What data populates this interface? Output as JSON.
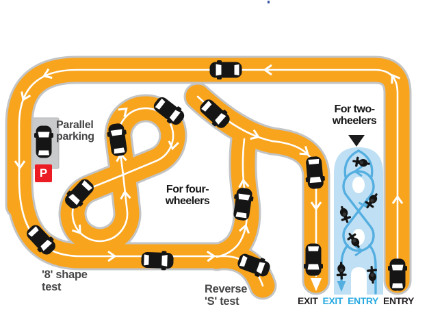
{
  "colors": {
    "track": "#F8A41D",
    "track_outline": "#C3C4C6",
    "lane_marking": "#FFFFFF",
    "two_wheeler_track": "#BFE0F4",
    "two_wheeler_path": "#54AEE0",
    "parking_sign_bg": "#EC1C24",
    "label_dark": "#454547",
    "label_black": "#171717",
    "gate_blue": "#29A9E1",
    "gate_black": "#231F20"
  },
  "labels": {
    "parallel_parking": [
      "Parallel",
      "parking"
    ],
    "parking_sign": "P",
    "eight_shape_test": [
      "'8' shape",
      "test"
    ],
    "for_four_wheelers": [
      "For four-",
      "wheelers"
    ],
    "reverse_s_test": [
      "Reverse",
      "'S' test"
    ],
    "for_two_wheelers": [
      "For two-",
      "wheelers"
    ],
    "gates": [
      {
        "text": "EXIT",
        "color": "#231F20"
      },
      {
        "text": "EXIT",
        "color": "#29A9E1"
      },
      {
        "text": "ENTRY",
        "color": "#29A9E1"
      },
      {
        "text": "ENTRY",
        "color": "#231F20"
      }
    ]
  },
  "vehicles": {
    "car_icon": "car-icon",
    "motorcycle_icon": "motorcycle-icon",
    "cars": [
      [
        330,
        102,
        -90
      ],
      [
        64,
        207,
        0
      ],
      [
        247,
        162,
        128
      ],
      [
        172,
        204,
        -8
      ],
      [
        116,
        283,
        -137
      ],
      [
        60,
        350,
        137
      ],
      [
        314,
        166,
        132
      ],
      [
        355,
        298,
        8
      ],
      [
        230,
        380,
        92
      ],
      [
        371,
        387,
        110
      ],
      [
        460,
        252,
        175
      ],
      [
        458,
        379,
        180
      ],
      [
        581,
        401,
        0
      ]
    ],
    "motorcycles": [
      [
        527,
        237,
        -80
      ],
      [
        543,
        294,
        -145
      ],
      [
        504,
        314,
        160
      ],
      [
        517,
        350,
        -35
      ],
      [
        499,
        396,
        178
      ],
      [
        544,
        400,
        -5
      ]
    ]
  }
}
